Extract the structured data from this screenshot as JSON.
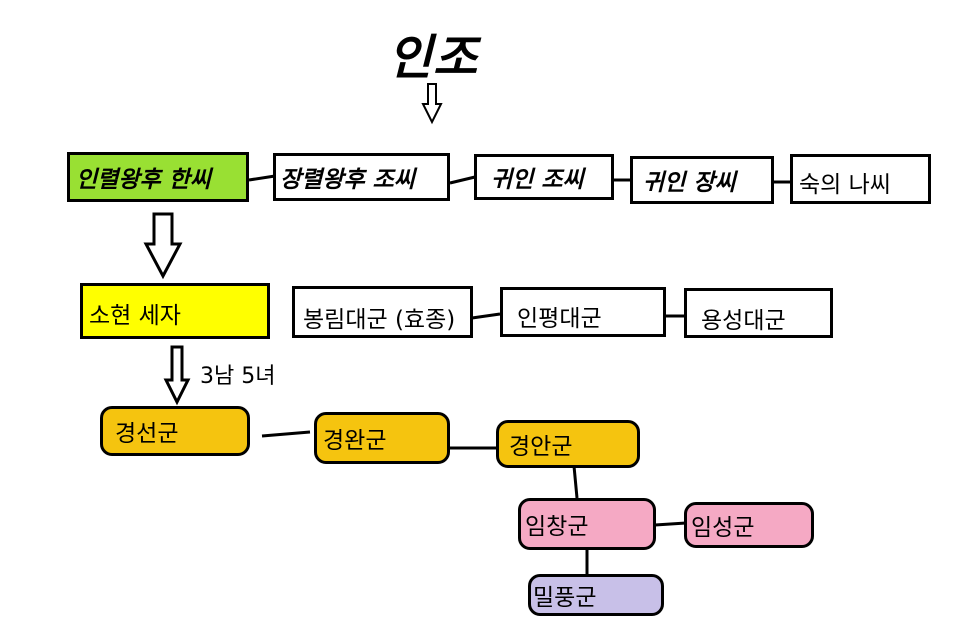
{
  "title": "인조",
  "consorts": [
    {
      "label": "인렬왕후 한씨",
      "color": "#99e033"
    },
    {
      "label": "장렬왕후 조씨",
      "color": "#ffffff"
    },
    {
      "label": "귀인 조씨",
      "color": "#ffffff"
    },
    {
      "label": "귀인 장씨",
      "color": "#ffffff"
    },
    {
      "label": "숙의 나씨",
      "color": "#ffffff"
    }
  ],
  "sons": [
    {
      "label": "소현 세자",
      "color": "#ffff00"
    },
    {
      "label": "봉림대군 (효종)",
      "color": "#ffffff"
    },
    {
      "label": "인평대군",
      "color": "#ffffff"
    },
    {
      "label": "용성대군",
      "color": "#ffffff"
    }
  ],
  "children_note": "3남 5녀",
  "grandsons": [
    {
      "label": "경선군",
      "color": "#f5c40f"
    },
    {
      "label": "경완군",
      "color": "#f5c40f"
    },
    {
      "label": "경안군",
      "color": "#f5c40f"
    },
    {
      "label": "임창군",
      "color": "#f5a9c4"
    },
    {
      "label": "임성군",
      "color": "#f5a9c4"
    },
    {
      "label": "밀풍군",
      "color": "#c8c0e8"
    }
  ]
}
